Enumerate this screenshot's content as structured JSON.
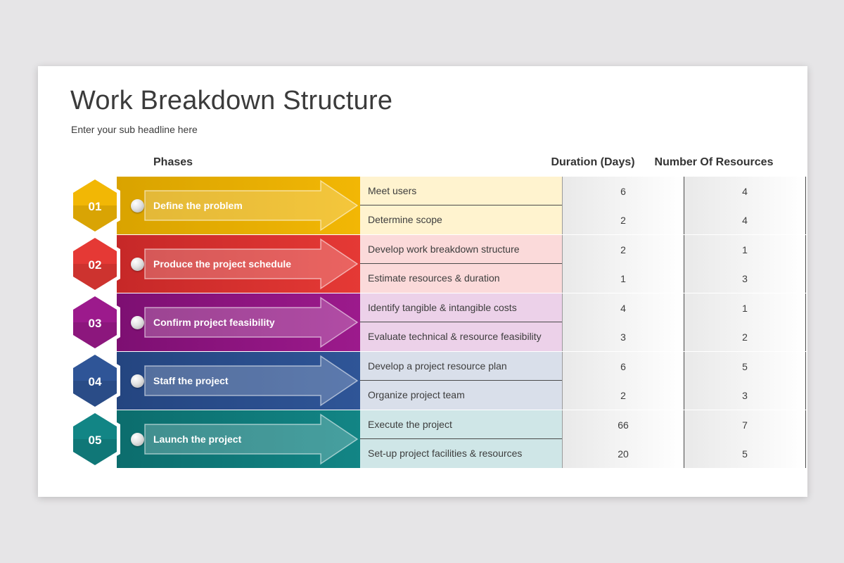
{
  "slide": {
    "title": "Work Breakdown Structure",
    "subtitle": "Enter your sub headline here"
  },
  "headers": {
    "phases": "Phases",
    "duration": "Duration (Days)",
    "resources": "Number Of Resources"
  },
  "phases": [
    {
      "number": "01",
      "label": "Define the problem",
      "color": "#f2b705",
      "dark": "#d9a300",
      "light": "#fff3cf",
      "tasks": [
        {
          "name": "Meet users",
          "duration": "6",
          "resources": "4"
        },
        {
          "name": "Determine  scope",
          "duration": "2",
          "resources": "4"
        }
      ]
    },
    {
      "number": "02",
      "label": "Produce the project schedule",
      "color": "#e53935",
      "dark": "#c62828",
      "light": "#fbdada",
      "tasks": [
        {
          "name": "Develop work breakdown structure",
          "duration": "2",
          "resources": "1"
        },
        {
          "name": "Estimate resources  & duration",
          "duration": "1",
          "resources": "3"
        }
      ]
    },
    {
      "number": "03",
      "label": "Confirm project feasibility",
      "color": "#9c1a8c",
      "dark": "#7d0f72",
      "light": "#ecd1e9",
      "tasks": [
        {
          "name": "Identify tangible & intangible costs",
          "duration": "4",
          "resources": "1"
        },
        {
          "name": "Evaluate technical & resource feasibility",
          "duration": "3",
          "resources": "2"
        }
      ]
    },
    {
      "number": "04",
      "label": "Staff the project",
      "color": "#2f5597",
      "dark": "#244580",
      "light": "#d9dfea",
      "tasks": [
        {
          "name": "Develop a project resource plan",
          "duration": "6",
          "resources": "5"
        },
        {
          "name": "Organize project team",
          "duration": "2",
          "resources": "3"
        }
      ]
    },
    {
      "number": "05",
      "label": "Launch the project",
      "color": "#128585",
      "dark": "#0c6d6d",
      "light": "#cfe6e7",
      "tasks": [
        {
          "name": "Execute the project",
          "duration": "66",
          "resources": "7"
        },
        {
          "name": "Set-up  project facilities & resources",
          "duration": "20",
          "resources": "5"
        }
      ]
    }
  ]
}
